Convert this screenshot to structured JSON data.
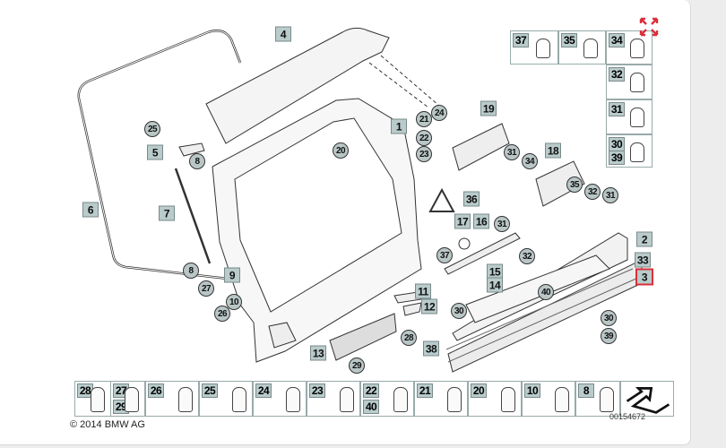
{
  "copyright": "© 2014 BMW AG",
  "image_number": "00154672",
  "expand_icon": "expand-arrows-icon",
  "accent_color": "#d9303a",
  "callouts": [
    {
      "label": "4",
      "shape": "sq"
    },
    {
      "label": "1",
      "shape": "sq"
    },
    {
      "label": "24",
      "shape": "ci"
    },
    {
      "label": "21",
      "shape": "ci"
    },
    {
      "label": "22",
      "shape": "ci"
    },
    {
      "label": "23",
      "shape": "ci"
    },
    {
      "label": "20",
      "shape": "ci"
    },
    {
      "label": "19",
      "shape": "sq"
    },
    {
      "label": "31",
      "shape": "ci"
    },
    {
      "label": "34",
      "shape": "ci"
    },
    {
      "label": "18",
      "shape": "sq"
    },
    {
      "label": "35",
      "shape": "ci"
    },
    {
      "label": "32",
      "shape": "ci"
    },
    {
      "label": "31",
      "shape": "ci"
    },
    {
      "label": "36",
      "shape": "sq"
    },
    {
      "label": "17",
      "shape": "sq"
    },
    {
      "label": "16",
      "shape": "sq"
    },
    {
      "label": "31",
      "shape": "ci"
    },
    {
      "label": "37",
      "shape": "ci"
    },
    {
      "label": "32",
      "shape": "ci"
    },
    {
      "label": "2",
      "shape": "sq"
    },
    {
      "label": "33",
      "shape": "sq"
    },
    {
      "label": "3",
      "shape": "sq",
      "selected": true
    },
    {
      "label": "15",
      "shape": "sq"
    },
    {
      "label": "14",
      "shape": "sq"
    },
    {
      "label": "40",
      "shape": "ci"
    },
    {
      "label": "11",
      "shape": "sq"
    },
    {
      "label": "12",
      "shape": "sq"
    },
    {
      "label": "30",
      "shape": "ci"
    },
    {
      "label": "30",
      "shape": "ci"
    },
    {
      "label": "39",
      "shape": "ci"
    },
    {
      "label": "28",
      "shape": "ci"
    },
    {
      "label": "38",
      "shape": "sq"
    },
    {
      "label": "13",
      "shape": "sq"
    },
    {
      "label": "29",
      "shape": "ci"
    },
    {
      "label": "25",
      "shape": "ci"
    },
    {
      "label": "5",
      "shape": "sq"
    },
    {
      "label": "8",
      "shape": "ci"
    },
    {
      "label": "6",
      "shape": "sq"
    },
    {
      "label": "7",
      "shape": "sq"
    },
    {
      "label": "8",
      "shape": "ci"
    },
    {
      "label": "9",
      "shape": "sq"
    },
    {
      "label": "27",
      "shape": "ci"
    },
    {
      "label": "10",
      "shape": "ci"
    },
    {
      "label": "26",
      "shape": "ci"
    }
  ],
  "top_grid": [
    {
      "labels": [
        "37"
      ]
    },
    {
      "labels": [
        "35"
      ]
    },
    {
      "labels": [
        "34"
      ]
    },
    {
      "labels": [
        "32"
      ]
    },
    {
      "labels": [
        "31"
      ]
    },
    {
      "labels": [
        "30",
        "39"
      ]
    }
  ],
  "bottom_grid": [
    {
      "labels": [
        "28"
      ]
    },
    {
      "labels": [
        "27",
        "29"
      ]
    },
    {
      "labels": [
        "26"
      ]
    },
    {
      "labels": [
        "25"
      ]
    },
    {
      "labels": [
        "24"
      ]
    },
    {
      "labels": [
        "23"
      ]
    },
    {
      "labels": [
        "22",
        "40"
      ]
    },
    {
      "labels": [
        "21"
      ]
    },
    {
      "labels": [
        "20"
      ]
    },
    {
      "labels": [
        "10"
      ]
    },
    {
      "labels": [
        "8"
      ]
    },
    {
      "labels": []
    }
  ]
}
